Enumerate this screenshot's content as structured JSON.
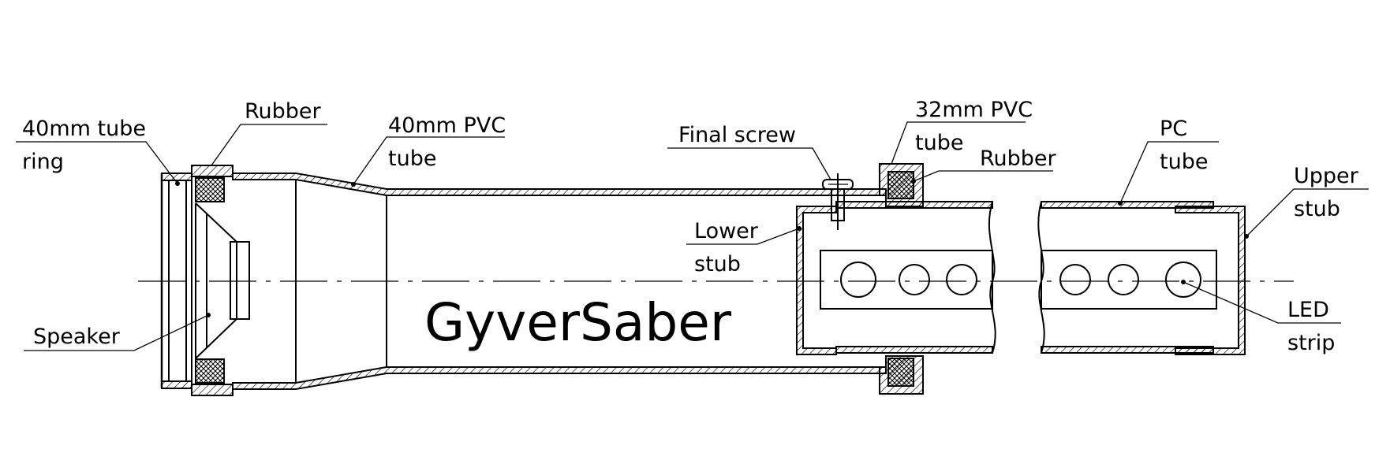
{
  "title": "GyverSaber",
  "labels": {
    "ring_tube_line1": "40mm tube",
    "ring_tube_line2": "ring",
    "rubber_left": "Rubber",
    "pvc40_line1": "40mm PVC",
    "pvc40_line2": "tube",
    "final_screw": "Final screw",
    "pvc32_line1": "32mm PVC",
    "pvc32_line2": "tube",
    "rubber_right": "Rubber",
    "pc_line1": "PC",
    "pc_line2": "tube",
    "upper_stub_line1": "Upper",
    "upper_stub_line2": "stub",
    "lower_stub_line1": "Lower",
    "lower_stub_line2": "stub",
    "speaker": "Speaker",
    "led_line1": "LED",
    "led_line2": "strip"
  }
}
